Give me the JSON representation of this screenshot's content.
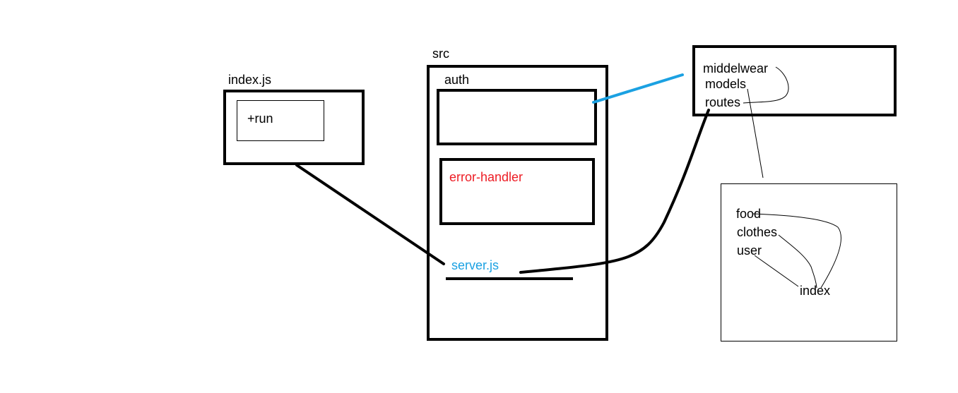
{
  "colors": {
    "stroke": "#000000",
    "accent_blue": "#1ba1e2",
    "accent_red": "#ed1c24",
    "background": "#ffffff"
  },
  "index_file": {
    "title": "index.js",
    "method": "+run"
  },
  "src_folder": {
    "title": "src",
    "auth": "auth",
    "error_handler": "error-handler",
    "server": "server.js"
  },
  "auth_folder": {
    "items": [
      "middelwear",
      "models",
      "routes"
    ]
  },
  "routes_folder": {
    "items": [
      "food",
      "clothes",
      "user"
    ],
    "index": "index"
  }
}
